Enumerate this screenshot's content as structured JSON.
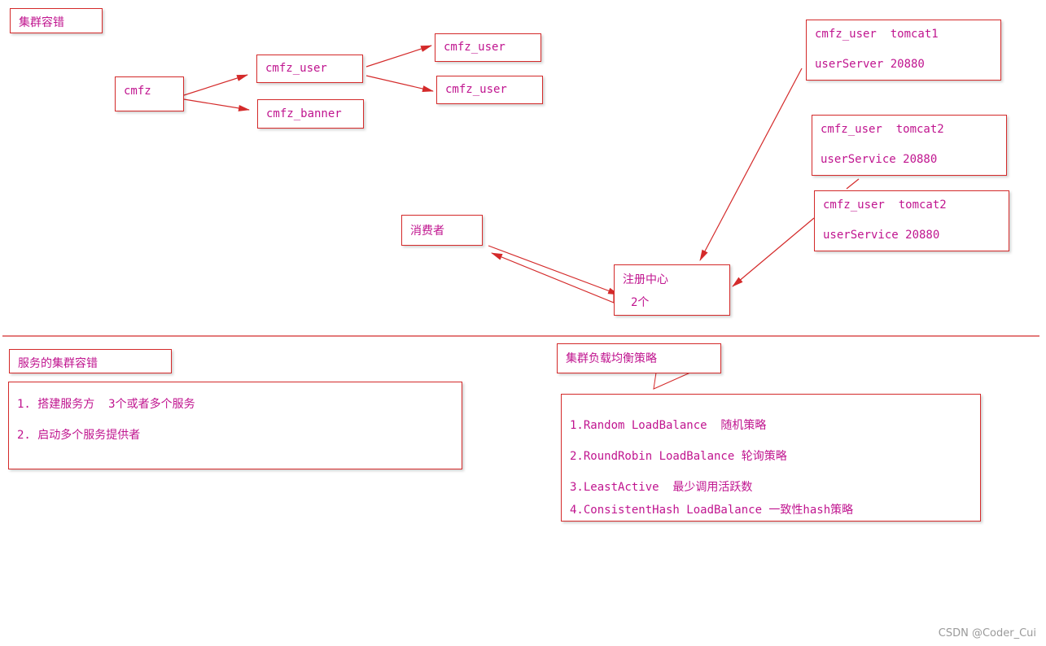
{
  "title": "集群容错",
  "tree": {
    "root": "cmfz",
    "user": "cmfz_user",
    "banner": "cmfz_banner",
    "user_child_1": "cmfz_user",
    "user_child_2": "cmfz_user"
  },
  "providers": [
    {
      "line1": "cmfz_user  tomcat1",
      "line2": "userServer 20880"
    },
    {
      "line1": "cmfz_user  tomcat2",
      "line2": "userService 20880"
    },
    {
      "line1": "cmfz_user  tomcat2",
      "line2": "userService 20880"
    }
  ],
  "consumer": "消费者",
  "registry": {
    "line1": "注册中心",
    "line2": "2个"
  },
  "service_fault": {
    "title": "服务的集群容错",
    "items": [
      "1. 搭建服务方  3个或者多个服务",
      "2. 启动多个服务提供者"
    ]
  },
  "load_balance": {
    "title": "集群负载均衡策略",
    "items": [
      "1.Random LoadBalance  随机策略",
      "2.RoundRobin LoadBalance 轮询策略",
      "3.LeastActive  最少调用活跃数",
      "4.ConsistentHash LoadBalance 一致性hash策略"
    ]
  },
  "watermark": "CSDN @Coder_Cui",
  "colors": {
    "border": "#d42a2a",
    "text": "#c0158f",
    "arrow": "#d42a2a"
  }
}
